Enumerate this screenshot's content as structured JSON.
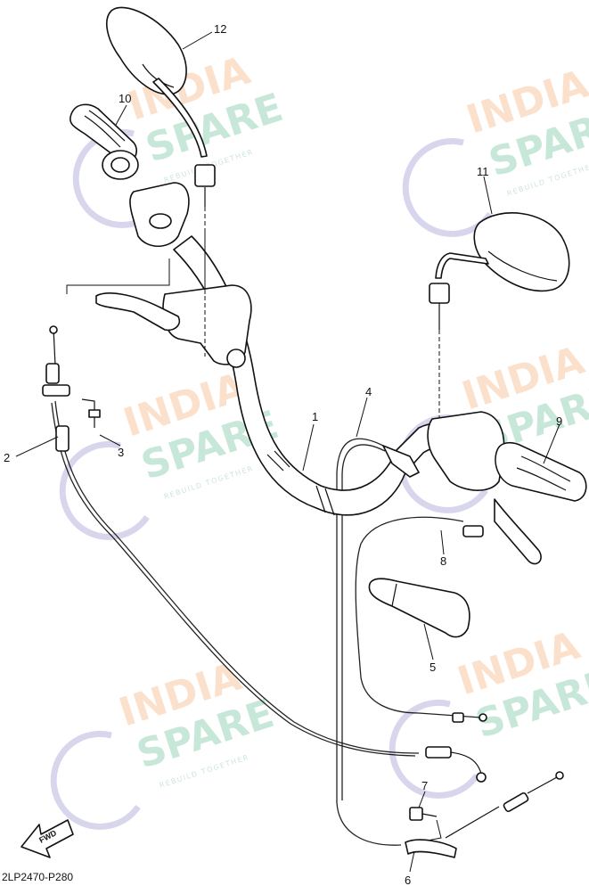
{
  "diagram": {
    "code": "2LP2470-P280",
    "direction_label": "FWD",
    "callouts": [
      {
        "id": "1",
        "text": "1"
      },
      {
        "id": "2",
        "text": "2"
      },
      {
        "id": "3",
        "text": "3"
      },
      {
        "id": "4",
        "text": "4"
      },
      {
        "id": "5",
        "text": "5"
      },
      {
        "id": "6",
        "text": "6"
      },
      {
        "id": "7",
        "text": "7"
      },
      {
        "id": "8",
        "text": "8"
      },
      {
        "id": "9",
        "text": "9"
      },
      {
        "id": "10",
        "text": "10"
      },
      {
        "id": "11",
        "text": "11"
      },
      {
        "id": "12",
        "text": "12"
      }
    ]
  },
  "watermark": {
    "line1": "INDIA",
    "line2": "SPARE",
    "tagline": "REBUILD TOGETHER",
    "colors": {
      "orange": "#f6b07c",
      "green": "#6fc39a",
      "icon": "#b7b4dc"
    }
  }
}
